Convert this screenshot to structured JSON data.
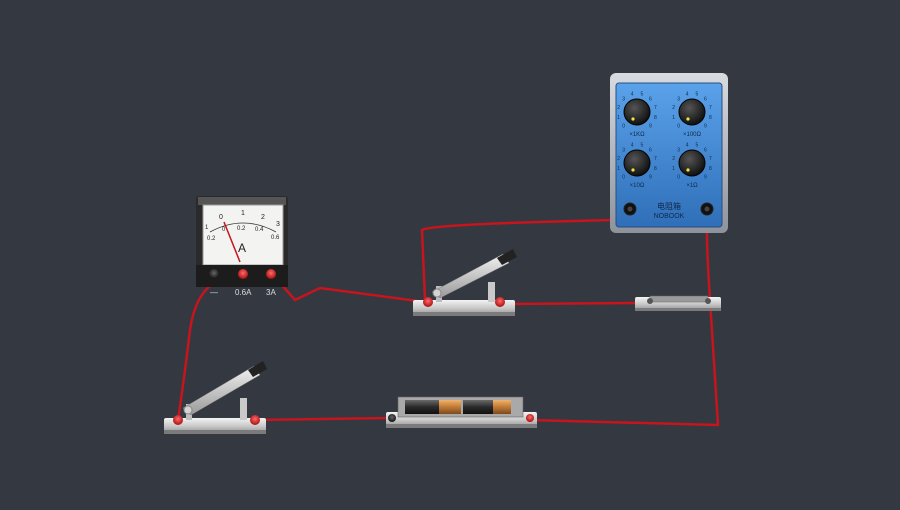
{
  "canvas": {
    "background": "#343841",
    "wire_color": "#c8141c"
  },
  "ammeter": {
    "unit": "A",
    "scale_top": [
      "0",
      "1",
      "2",
      "3"
    ],
    "scale_bottom": [
      "0",
      "0.2",
      "0.4",
      "0.6"
    ],
    "scale_left_top": "1",
    "scale_left_bottom": "0.2",
    "terminal_minus": "—",
    "terminal_range_low": "0.6A",
    "terminal_range_high": "3A"
  },
  "resistance_box": {
    "title": "电阻箱",
    "brand": "NOBOOK",
    "dials": [
      {
        "label": "×1KΩ"
      },
      {
        "label": "×100Ω"
      },
      {
        "label": "×10Ω"
      },
      {
        "label": "×1Ω"
      }
    ],
    "dial_digits": [
      "0",
      "1",
      "2",
      "3",
      "4",
      "5",
      "6",
      "7",
      "8",
      "9"
    ],
    "body_color": "#3f86d6"
  },
  "battery": {
    "count": 2,
    "color": "#c07a38"
  },
  "switches": [
    {
      "id": "switch-upper",
      "state": "open"
    },
    {
      "id": "switch-lower",
      "state": "open"
    }
  ],
  "resistor": {
    "id": "fixed-resistor"
  }
}
